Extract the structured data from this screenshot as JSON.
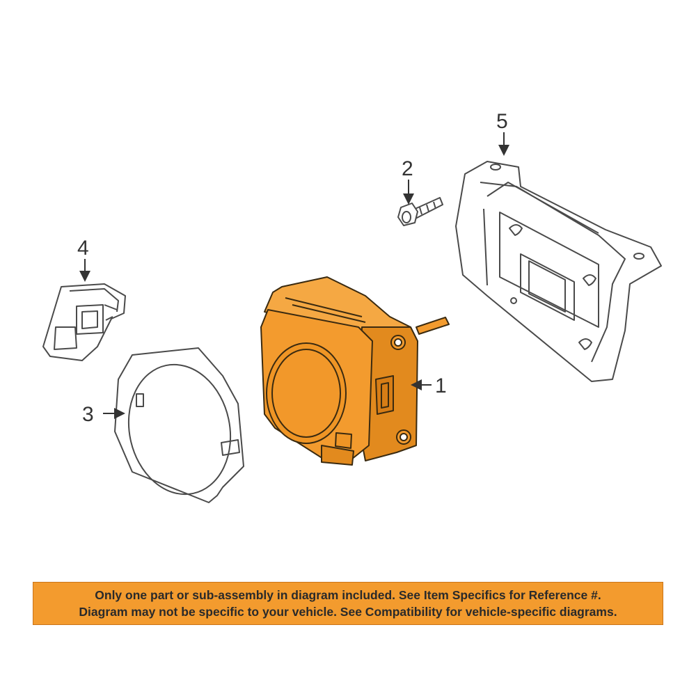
{
  "colors": {
    "highlight_part": "#F39B2E",
    "highlight_part_dark": "#D77D16",
    "line_art": "#4a4a4a",
    "banner_background": "#F39B2E"
  },
  "callouts": [
    {
      "number": "1",
      "part": "radar-sensor-module"
    },
    {
      "number": "2",
      "part": "bolt"
    },
    {
      "number": "3",
      "part": "sensor-cover-ring"
    },
    {
      "number": "4",
      "part": "connector-bracket"
    },
    {
      "number": "5",
      "part": "mounting-bracket"
    }
  ],
  "disclaimer": {
    "line1": "Only one part or sub-assembly in diagram included. See Item Specifics for Reference #.",
    "line2": "Diagram may not be specific to your vehicle. See Compatibility for vehicle-specific diagrams."
  }
}
